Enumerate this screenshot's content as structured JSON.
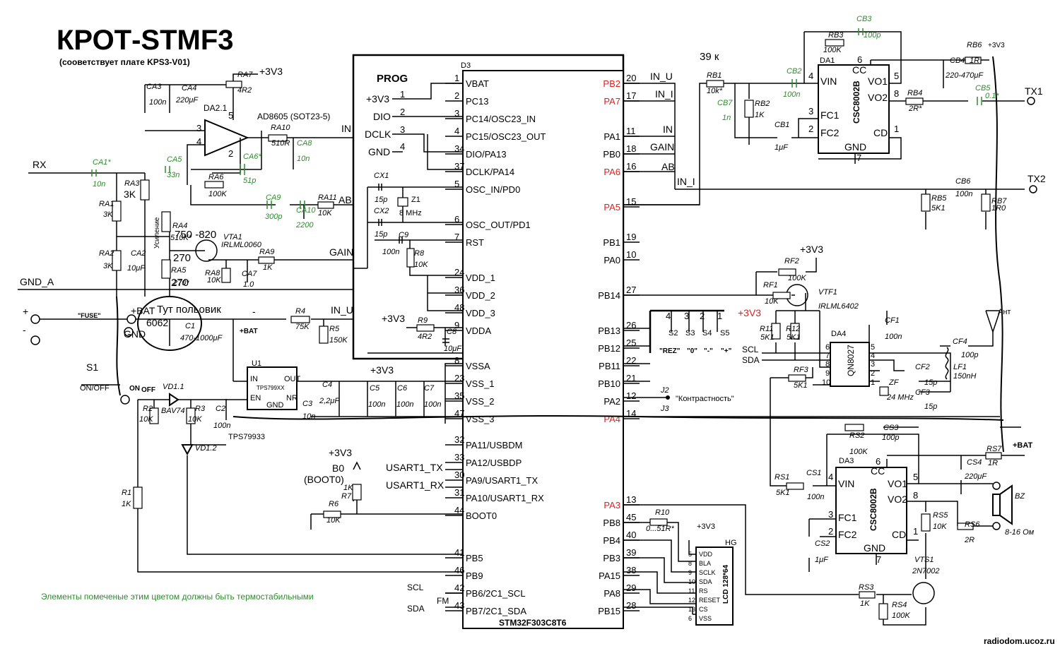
{
  "title": "КРОТ-STMF3",
  "subtitle": "(сооветствует плате KPS3-V01)",
  "note": "Элементы помеченые этим цветом должны быть термостабильными",
  "handwritten": {
    "ploviks": "Тут польовик",
    "code": "6062",
    "r750": "750 -820",
    "r270a": "270",
    "r270b": "270",
    "k39": "39 к"
  },
  "colors": {
    "green": "#2e8b2e",
    "red": "#e02020"
  },
  "watermark": "radiodom.ucoz.ru",
  "mcu": {
    "ref": "D3",
    "part": "STM32F303C8T6",
    "header": "PROG",
    "left_pins": [
      {
        "num": "1",
        "name": "VBAT"
      },
      {
        "num": "2",
        "name": "PC13"
      },
      {
        "num": "3",
        "name": "PC14/OSC23_IN"
      },
      {
        "num": "4",
        "name": "PC15/OSC23_OUT"
      },
      {
        "num": "34",
        "name": "DIO/PA13"
      },
      {
        "num": "37",
        "name": "DCLK/PA14"
      },
      {
        "num": "5",
        "name": "OSC_IN/PD0"
      },
      {
        "num": "6",
        "name": "OSC_OUT/PD1"
      },
      {
        "num": "7",
        "name": "RST"
      },
      {
        "num": "24",
        "name": "VDD_1"
      },
      {
        "num": "36",
        "name": "VDD_2"
      },
      {
        "num": "48",
        "name": "VDD_3"
      },
      {
        "num": "9",
        "name": "VDDA"
      },
      {
        "num": "8",
        "name": "VSSA"
      },
      {
        "num": "23",
        "name": "VSS_1"
      },
      {
        "num": "35",
        "name": "VSS_2"
      },
      {
        "num": "47",
        "name": "VSS_3"
      },
      {
        "num": "32",
        "name": "PA11/USBDM"
      },
      {
        "num": "33",
        "name": "PA12/USBDP"
      },
      {
        "num": "30",
        "name": "PA9/USART1_TX"
      },
      {
        "num": "31",
        "name": "PA10/USART1_RX"
      },
      {
        "num": "44",
        "name": "BOOT0"
      },
      {
        "num": "41",
        "name": "PB5"
      },
      {
        "num": "46",
        "name": "PB9"
      },
      {
        "num": "42",
        "name": "PB6/2C1_SCL"
      },
      {
        "num": "43",
        "name": "PB7/2C1_SDA"
      }
    ],
    "right_pins": [
      {
        "num": "20",
        "name": "PB2",
        "red": true
      },
      {
        "num": "17",
        "name": "PA7",
        "red": true
      },
      {
        "num": "11",
        "name": "PA1"
      },
      {
        "num": "18",
        "name": "PB0"
      },
      {
        "num": "16",
        "name": "PA6",
        "red": true
      },
      {
        "num": "15",
        "name": "PA5",
        "red": true
      },
      {
        "num": "19",
        "name": "PB1"
      },
      {
        "num": "10",
        "name": "PA0"
      },
      {
        "num": "27",
        "name": "PB14"
      },
      {
        "num": "26",
        "name": "PB13"
      },
      {
        "num": "25",
        "name": "PB12"
      },
      {
        "num": "22",
        "name": "PB11"
      },
      {
        "num": "21",
        "name": "PB10"
      },
      {
        "num": "12",
        "name": "PA2"
      },
      {
        "num": "14",
        "name": "PA4",
        "red": true
      },
      {
        "num": "13",
        "name": "PA3",
        "red": true
      },
      {
        "num": "45",
        "name": "PB8"
      },
      {
        "num": "40",
        "name": "PB4"
      },
      {
        "num": "39",
        "name": "PB3"
      },
      {
        "num": "38",
        "name": "PA15"
      },
      {
        "num": "29",
        "name": "PA8"
      },
      {
        "num": "28",
        "name": "PB15"
      }
    ],
    "prog_pins": [
      {
        "num": "1",
        "name": "+3V3"
      },
      {
        "num": "2",
        "name": "DIO"
      },
      {
        "num": "3",
        "name": "DCLK"
      },
      {
        "num": "4",
        "name": "GND"
      }
    ],
    "right_signals": [
      "IN_U",
      "IN_I",
      "IN",
      "GAIN",
      "AB",
      "IN_I"
    ],
    "left_signals": [
      "IN",
      "AB",
      "GAIN",
      "IN_U",
      "USART1_TX",
      "USART1_RX",
      "SCL",
      "SDA",
      "FM"
    ],
    "boot": {
      "b0": "B0",
      "boot0": "(BOOT0)"
    }
  },
  "analog": {
    "labels": {
      "rx": "RX",
      "gnd_a": "GND_A",
      "p3v3": "+3V3",
      "amp": "DA2.1",
      "amp_part": "AD8605 (SOT23-5)",
      "gain_note": "Усиление",
      "plus": "+",
      "minus": "-",
      "n5": "5",
      "n3": "3",
      "n4": "4",
      "n2": "2"
    },
    "parts": [
      {
        "ref": "CA3",
        "val": "100n"
      },
      {
        "ref": "CA4",
        "val": "220μF"
      },
      {
        "ref": "RA7",
        "val": "4R2"
      },
      {
        "ref": "RA10",
        "val": "510R"
      },
      {
        "ref": "CA8",
        "val": "10n"
      },
      {
        "ref": "CA1*",
        "val": "10n"
      },
      {
        "ref": "CA5",
        "val": "33n"
      },
      {
        "ref": "CA6*",
        "val": "51p"
      },
      {
        "ref": "RA6",
        "val": "100K"
      },
      {
        "ref": "CA9",
        "val": "300p"
      },
      {
        "ref": "CA10",
        "val": "2200"
      },
      {
        "ref": "RA11",
        "val": "10K"
      },
      {
        "ref": "RA3",
        "val": "3K"
      },
      {
        "ref": "RA1",
        "val": "3K"
      },
      {
        "ref": "RA2",
        "val": "3K"
      },
      {
        "ref": "CA2",
        "val": "10μF"
      },
      {
        "ref": "RA4",
        "val": "510K*"
      },
      {
        "ref": "RA5",
        "val": "270*"
      },
      {
        "ref": "RA8",
        "val": "10K"
      },
      {
        "ref": "CA7",
        "val": "1.0"
      },
      {
        "ref": "RA9",
        "val": "1K"
      },
      {
        "ref": "VTA1",
        "val": "IRLML0060"
      }
    ]
  },
  "power": {
    "labels": {
      "fuse": "\"FUSE\"",
      "bat": "+BAT",
      "gnd": "GND",
      "plus": "+",
      "minus": "-",
      "s1": "S1",
      "onoff": "ON/OFF",
      "on": "ON",
      "off": "OFF",
      "p3v3": "+3V3"
    },
    "parts": [
      {
        "ref": "C1",
        "val": "470-1000μF"
      },
      {
        "ref": "R4",
        "val": "75K"
      },
      {
        "ref": "R5",
        "val": "150K"
      },
      {
        "ref": "U1",
        "val": "TPS799XX"
      },
      {
        "ref": "C4",
        "val": "2,2μF"
      },
      {
        "ref": "C5",
        "val": "100n"
      },
      {
        "ref": "C6",
        "val": "100n"
      },
      {
        "ref": "C7",
        "val": "100n"
      },
      {
        "ref": "C3",
        "val": "10n"
      },
      {
        "ref": "C2",
        "val": "100n"
      },
      {
        "ref": "VD1.1",
        "val": "BAV74"
      },
      {
        "ref": "VD1.2",
        "val": ""
      },
      {
        "ref": "R2",
        "val": "10K"
      },
      {
        "ref": "R3",
        "val": "10K"
      },
      {
        "ref": "R1",
        "val": "1K"
      }
    ],
    "u1_pins": {
      "in": "IN",
      "en": "EN",
      "gnd": "GND",
      "out": "OUT",
      "nr": "NR",
      "bottom": "TPS79933"
    }
  },
  "mcu_parts": [
    {
      "ref": "CX1",
      "val": "15p"
    },
    {
      "ref": "CX2",
      "val": "15p"
    },
    {
      "ref": "Z1",
      "val": "8 MHz"
    },
    {
      "ref": "C9",
      "val": "100n"
    },
    {
      "ref": "R8",
      "val": "10K"
    },
    {
      "ref": "R9",
      "val": "4R2"
    },
    {
      "ref": "C8",
      "val": "10μF"
    },
    {
      "ref": "R7",
      "val": "1K"
    },
    {
      "ref": "R6",
      "val": "10K"
    },
    {
      "ref": "R10",
      "val": "0...51R*"
    }
  ],
  "tx": {
    "parts": [
      {
        "ref": "RB3",
        "val": "100K"
      },
      {
        "ref": "CB3",
        "val": "100p"
      },
      {
        "ref": "RB6",
        "val": "1R"
      },
      {
        "ref": "CB4",
        "val": "220-470μF"
      },
      {
        "ref": "RB1",
        "val": "10k*"
      },
      {
        "ref": "CB2",
        "val": "100n"
      },
      {
        "ref": "CB7",
        "val": "1n"
      },
      {
        "ref": "RB2",
        "val": "1K"
      },
      {
        "ref": "CB1",
        "val": "1μF"
      },
      {
        "ref": "RB4",
        "val": "2R*"
      },
      {
        "ref": "CB5",
        "val": "0.1*"
      },
      {
        "ref": "CB6",
        "val": "100n"
      },
      {
        "ref": "RB5",
        "val": "5K1"
      },
      {
        "ref": "RB7",
        "val": "1R0"
      }
    ],
    "chip": {
      "ref": "DA1",
      "part": "CSC8002B",
      "pins": [
        "VIN",
        "CC",
        "VO1",
        "VO2",
        "FC1",
        "FC2",
        "GND",
        "CD"
      ],
      "nums": [
        "4",
        "6",
        "5",
        "8",
        "3",
        "2",
        "7",
        "1"
      ]
    },
    "outputs": {
      "tx1": "TX1",
      "tx2": "TX2",
      "top": "+3V3"
    }
  },
  "fm": {
    "parts": [
      {
        "ref": "RF2",
        "val": "100K"
      },
      {
        "ref": "RF1",
        "val": "10K"
      },
      {
        "ref": "VTF1",
        "val": "IRLML6402"
      },
      {
        "ref": "R11",
        "val": "5K1"
      },
      {
        "ref": "R12",
        "val": "5K1"
      },
      {
        "ref": "CF1",
        "val": "100n"
      },
      {
        "ref": "CF4",
        "val": "100p"
      },
      {
        "ref": "CF2",
        "val": "15p"
      },
      {
        "ref": "CF3",
        "val": "15p"
      },
      {
        "ref": "LF1",
        "val": "150nH"
      },
      {
        "ref": "RF3",
        "val": "5K1"
      },
      {
        "ref": "ZF",
        "val": "24 MHz"
      }
    ],
    "chip": {
      "ref": "DA4",
      "part": "QN8027"
    },
    "labels": {
      "p3v3": "+3V3",
      "p3v3red": "+3V3",
      "scl": "SCL",
      "sda": "SDA",
      "ant": "Ант"
    },
    "pins_left": [
      "6",
      "7",
      "8",
      "10"
    ],
    "pins_right": [
      "5",
      "4",
      "3",
      "2",
      "1"
    ],
    "pin9": "9"
  },
  "buttons": {
    "refs": [
      "S2",
      "S3",
      "S4",
      "S5"
    ],
    "nums": [
      "4",
      "3",
      "2",
      "1"
    ],
    "labels": [
      "\"REZ\"",
      "\"0\"",
      "\"-\"",
      "\"+\""
    ]
  },
  "jumpers": {
    "j2": "J2",
    "j3": "J3",
    "contrast": "\"Контрастность\""
  },
  "lcd": {
    "ref": "HG",
    "part": "LCD 128*64",
    "p3v3": "+3V3",
    "pins": [
      {
        "num": "5",
        "name": "VDD"
      },
      {
        "num": "8",
        "name": "BLA"
      },
      {
        "num": "9",
        "name": "SCLK"
      },
      {
        "num": "10",
        "name": "SDA"
      },
      {
        "num": "11",
        "name": "RS"
      },
      {
        "num": "12",
        "name": "RESET"
      },
      {
        "num": "13",
        "name": "CS"
      },
      {
        "num": "6",
        "name": "VSS"
      }
    ]
  },
  "audio": {
    "parts": [
      {
        "ref": "RS2",
        "val": "100K"
      },
      {
        "ref": "CS3",
        "val": "100p"
      },
      {
        "ref": "RS7",
        "val": "1R"
      },
      {
        "ref": "CS4",
        "val": "220μF"
      },
      {
        "ref": "RS1",
        "val": "5K1"
      },
      {
        "ref": "CS1",
        "val": "100n"
      },
      {
        "ref": "CS2",
        "val": "1μF"
      },
      {
        "ref": "RS5",
        "val": "10K"
      },
      {
        "ref": "RS6",
        "val": "2R"
      },
      {
        "ref": "RS3",
        "val": "1K"
      },
      {
        "ref": "RS4",
        "val": "100K"
      },
      {
        "ref": "VTS1",
        "val": "2N7002"
      }
    ],
    "chip": {
      "ref": "DA3",
      "part": "CSC8002B",
      "pins": [
        "VIN",
        "CC",
        "VO1",
        "VO2",
        "FC1",
        "FC2",
        "GND",
        "CD"
      ],
      "nums": [
        "4",
        "6",
        "5",
        "8",
        "3",
        "2",
        "7",
        "1"
      ]
    },
    "labels": {
      "bat": "+BAT",
      "bz": "BZ",
      "ohm": "8-16 Ом"
    }
  }
}
